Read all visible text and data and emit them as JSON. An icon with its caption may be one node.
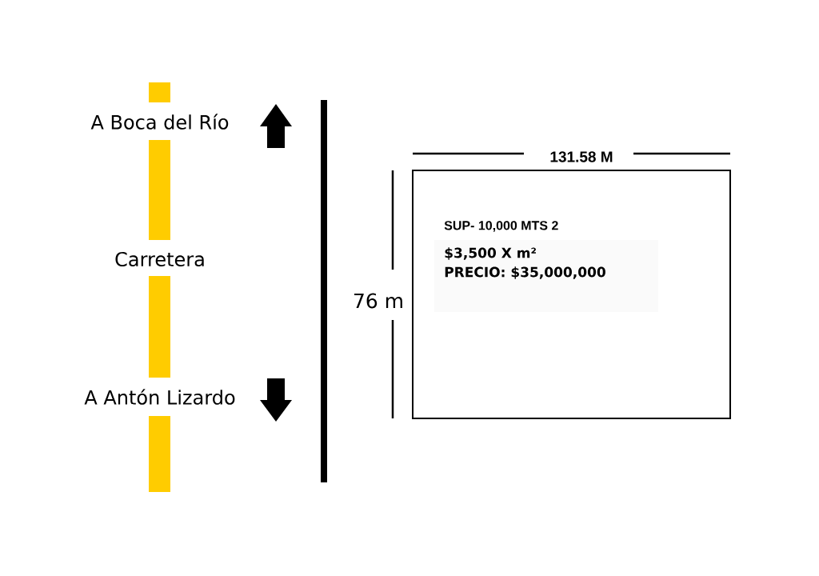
{
  "diagram": {
    "nodes": [
      {
        "text": [
          "SUP- 10,000 MTS 2",
          "$3,500 X m²",
          "PRECIO: $35,000,000"
        ]
      }
    ],
    "labels": [
      "A Boca del Río",
      "131.58 M",
      "Carretera",
      "76 m",
      "A Antón Lizardo"
    ]
  }
}
